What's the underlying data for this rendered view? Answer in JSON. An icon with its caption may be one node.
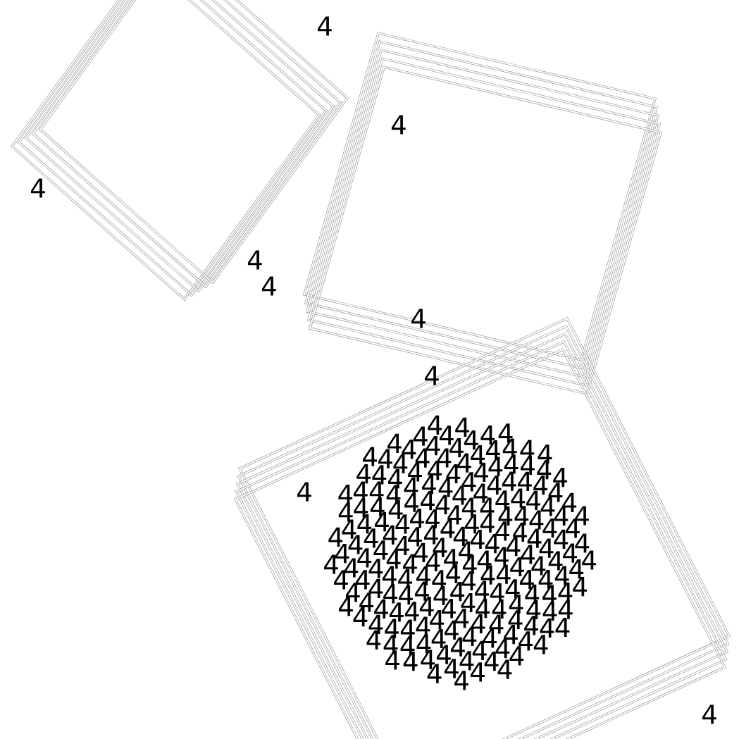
{
  "diagram": {
    "labels": [
      "4",
      "4",
      "4",
      "4",
      "4",
      "4",
      "4",
      "4",
      "4",
      "4",
      "4",
      "4",
      "4",
      "4",
      "4",
      "4",
      "4",
      "4",
      "4",
      "4",
      "4",
      "4",
      "4",
      "4",
      "4",
      "4",
      "4",
      "4",
      "4",
      "4",
      "4",
      "4",
      "4",
      "4",
      "4",
      "4",
      "4",
      "4",
      "4",
      "4",
      "4",
      "4",
      "4",
      "4",
      "4",
      "4",
      "4",
      "4",
      "4",
      "4",
      "4",
      "4",
      "4",
      "4",
      "4",
      "4",
      "4",
      "4",
      "4",
      "4",
      "4",
      "4",
      "4",
      "4",
      "4",
      "4",
      "4",
      "4",
      "4",
      "4",
      "4",
      "4",
      "4",
      "4",
      "4",
      "4",
      "4",
      "4",
      "4",
      "4",
      "4",
      "4",
      "4",
      "4",
      "4",
      "4",
      "4",
      "4",
      "4",
      "4",
      "4",
      "4",
      "4",
      "4",
      "4",
      "4",
      "4",
      "4",
      "4",
      "4",
      "4",
      "4",
      "4",
      "4",
      "4",
      "4",
      "4",
      "4",
      "4",
      "4",
      "4",
      "4",
      "4",
      "4",
      "4",
      "4",
      "4",
      "4",
      "4",
      "4",
      "4",
      "4",
      "4",
      "4",
      "4",
      "4",
      "4",
      "4",
      "4",
      "4",
      "4",
      "4",
      "4",
      "4",
      "4",
      "4",
      "4",
      "4",
      "4",
      "4",
      "4",
      "4",
      "4",
      "4",
      "4",
      "4",
      "4",
      "4",
      "4",
      "4",
      "4",
      "4",
      "4",
      "4",
      "4",
      "4",
      "4",
      "4",
      "4",
      "4",
      "4",
      "4",
      "4",
      "4",
      "4",
      "4",
      "4",
      "4",
      "4",
      "4",
      "4",
      "4",
      "4",
      "4",
      "4",
      "4",
      "4",
      "4",
      "4",
      "4",
      "4",
      "4",
      "4",
      "4",
      "4",
      "4",
      "4",
      "4",
      "4",
      "4",
      "4",
      "4",
      "4",
      "4",
      "4",
      "4",
      "4",
      "4",
      "4",
      "4",
      "4",
      "4",
      "4",
      "4",
      "4",
      "4",
      "4",
      "4",
      "4"
    ]
  }
}
